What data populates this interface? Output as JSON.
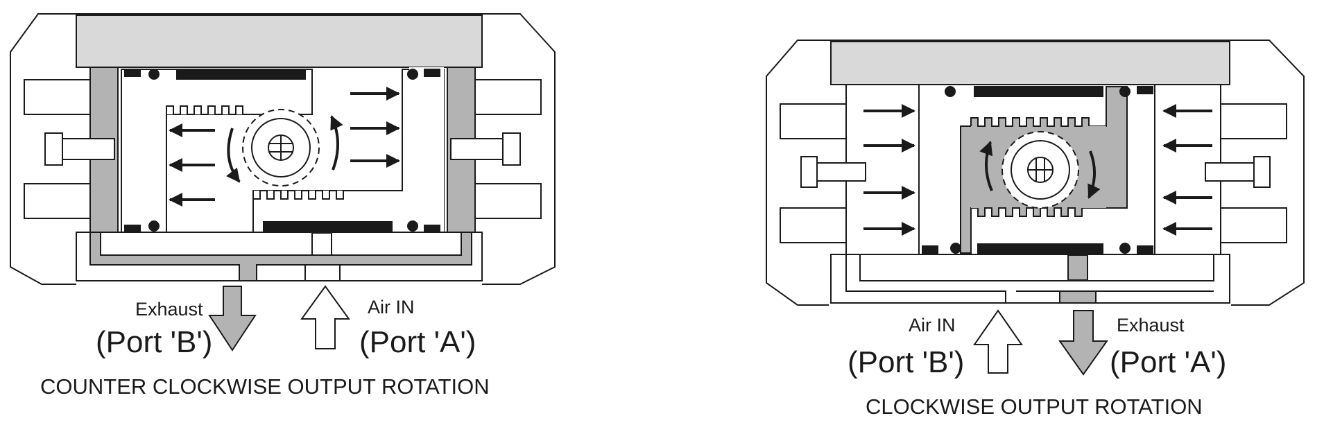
{
  "left": {
    "title": "COUNTER CLOCKWISE OUTPUT ROTATION",
    "exhaust_label": "Exhaust",
    "exhaust_port": "(Port 'B')",
    "airin_label": "Air IN",
    "airin_port": "(Port 'A')"
  },
  "right": {
    "title": "CLOCKWISE OUTPUT ROTATION",
    "airin_label": "Air IN",
    "airin_port": "(Port 'B')",
    "exhaust_label": "Exhaust",
    "exhaust_port": "(Port 'A')"
  },
  "colors": {
    "line": "#1a1a1a",
    "grey": "#b3b3b3",
    "light_grey": "#d9d9d9",
    "background": "#ffffff"
  },
  "icons": [
    "flow-arrow-icon",
    "rotation-arrow-icon",
    "pinion-gear-icon",
    "bolt-icon"
  ]
}
